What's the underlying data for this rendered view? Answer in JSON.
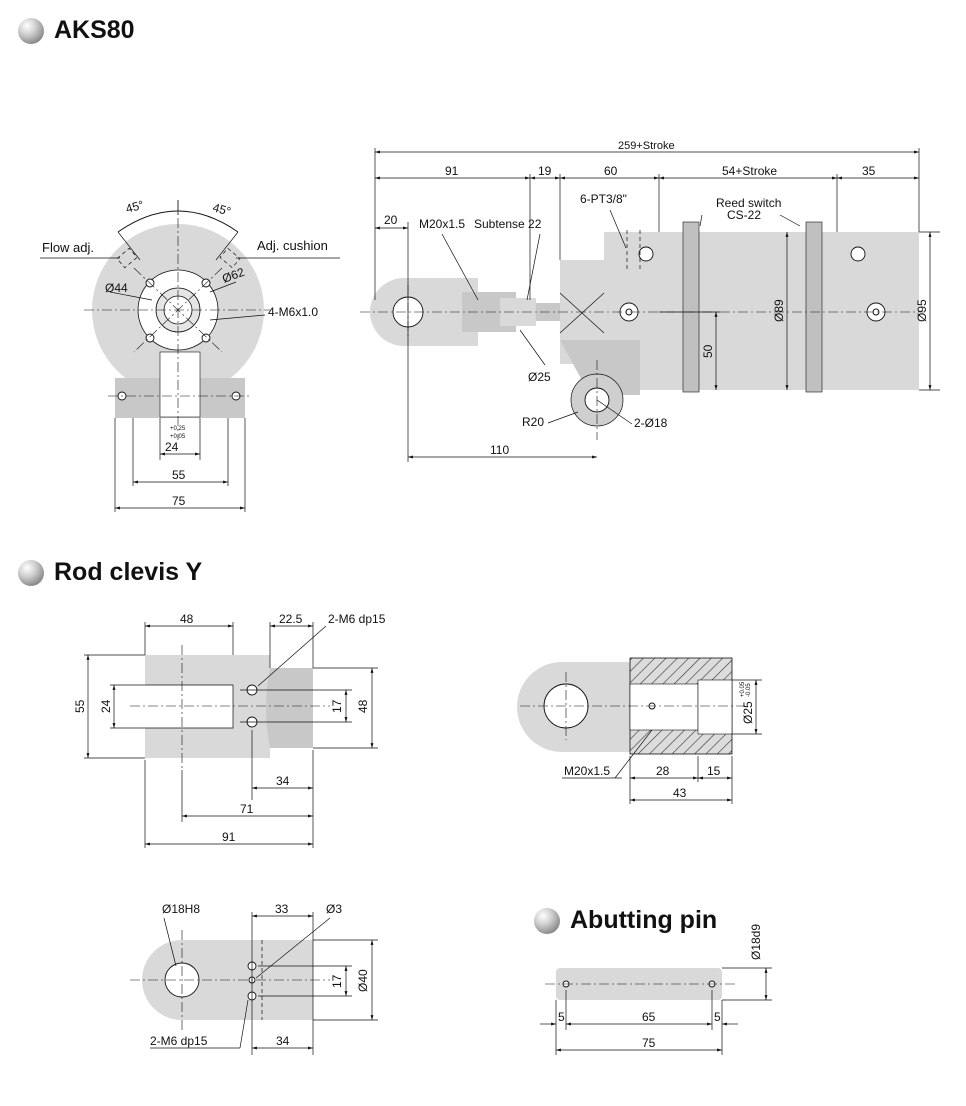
{
  "sections": {
    "aks80": "AKS80",
    "rod_clevis": "Rod clevis Y",
    "abutting_pin": "Abutting pin"
  },
  "front_view": {
    "angle_left": "45°",
    "angle_right": "45°",
    "flow_adj": "Flow adj.",
    "adj_cushion": "Adj. cushion",
    "d44": "Ø44",
    "d62": "Ø62",
    "m6": "4-M6x1.0",
    "tol_top": "+0.25",
    "tol_bottom": "+0.05",
    "dim24": "24",
    "dim55": "55",
    "dim75": "75"
  },
  "side_view": {
    "total": "259+Stroke",
    "d91": "91",
    "d19": "19",
    "d60": "60",
    "d54": "54+Stroke",
    "d35": "35",
    "d20": "20",
    "m20": "M20x1.5",
    "subtense": "Subtense 22",
    "pt": "6-PT3/8\"",
    "reed1": "Reed switch",
    "reed2": "CS-22",
    "d25": "Ø25",
    "r20": "R20",
    "d18": "2-Ø18",
    "d110": "110",
    "d50": "50",
    "d89": "Ø89",
    "d95": "Ø95"
  },
  "clevis_top": {
    "d48": "48",
    "d225": "22.5",
    "m6": "2-M6 dp15",
    "d55": "55",
    "d24": "24",
    "d17": "17",
    "d48r": "48",
    "d34": "34",
    "d71": "71",
    "d91": "91"
  },
  "clevis_section": {
    "d25": "Ø25",
    "tol_top": "+0.05",
    "tol_bottom": "-0.05",
    "m20": "M20x1.5",
    "d28": "28",
    "d15": "15",
    "d43": "43"
  },
  "clevis_side": {
    "d18h8": "Ø18H8",
    "d33": "33",
    "d3": "Ø3",
    "d17": "17",
    "d40": "Ø40",
    "m6": "2-M6 dp15",
    "d34": "34"
  },
  "pin": {
    "d18d9": "Ø18d9",
    "d5a": "5",
    "d65": "65",
    "d5b": "5",
    "d75": "75"
  }
}
